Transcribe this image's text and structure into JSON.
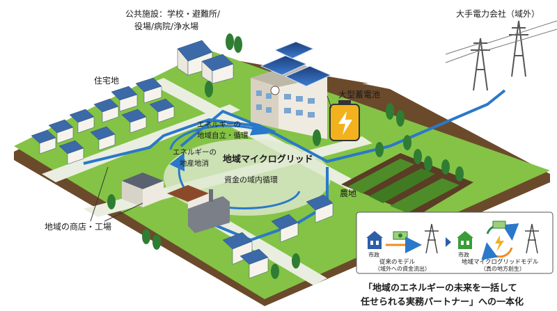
{
  "labels": {
    "public_facilities_line1": "公共施設：学校・避難所/",
    "public_facilities_line2": "役場/病院/浄水場",
    "utility": "大手電力会社（域外）",
    "residential": "住宅地",
    "battery": "大型蓄電池",
    "self_reliance_line1": "エネルギーの",
    "self_reliance_line2": "地域自立・循環",
    "local_production_line1": "エネルギーの",
    "local_production_line2": "地産地消",
    "microgrid": "地域マイクログリッド",
    "capital_cycle": "資金の域内循環",
    "farmland": "農地",
    "shops_factories": "地域の商店・工場",
    "tagline_line1": "「地域のエネルギーの未来を一括して",
    "tagline_line2": "任せられる実務パートナー」への一本化"
  },
  "comparison": {
    "old_model": {
      "city_label": "市政",
      "title": "従来のモデル",
      "subtitle": "（域外への資金流出）"
    },
    "new_model": {
      "city_label": "市政",
      "title": "地域マイクログリッドモデル",
      "subtitle": "（真の地方創生）"
    }
  },
  "colors": {
    "grass": "#7cbf3f",
    "grass_side": "#6b4a2b",
    "road": "#e7ecdf",
    "power_line": "#2a78c9",
    "roof": "#3c6aa8",
    "wall": "#f3efe6",
    "battery": "#f2b21e",
    "accent_orange": "#f08c1e"
  },
  "icons": [
    "school-icon",
    "solar-panel-icon",
    "battery-icon",
    "pylon-icon",
    "house-icon",
    "money-icon",
    "cycle-icon",
    "factory-icon"
  ]
}
